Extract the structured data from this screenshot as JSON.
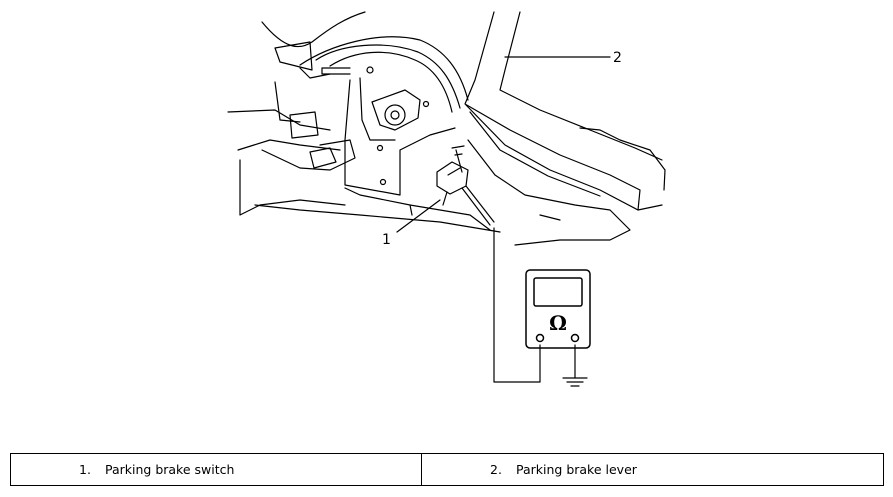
{
  "diagram": {
    "callouts": [
      {
        "number": "1"
      },
      {
        "number": "2"
      }
    ],
    "meter_symbol": "Ω"
  },
  "legend": {
    "items": [
      {
        "number": "1.",
        "label": "Parking brake switch"
      },
      {
        "number": "2.",
        "label": "Parking brake lever"
      }
    ]
  },
  "colors": {
    "line": "#000000",
    "background": "#ffffff",
    "table_border": "#000000"
  }
}
